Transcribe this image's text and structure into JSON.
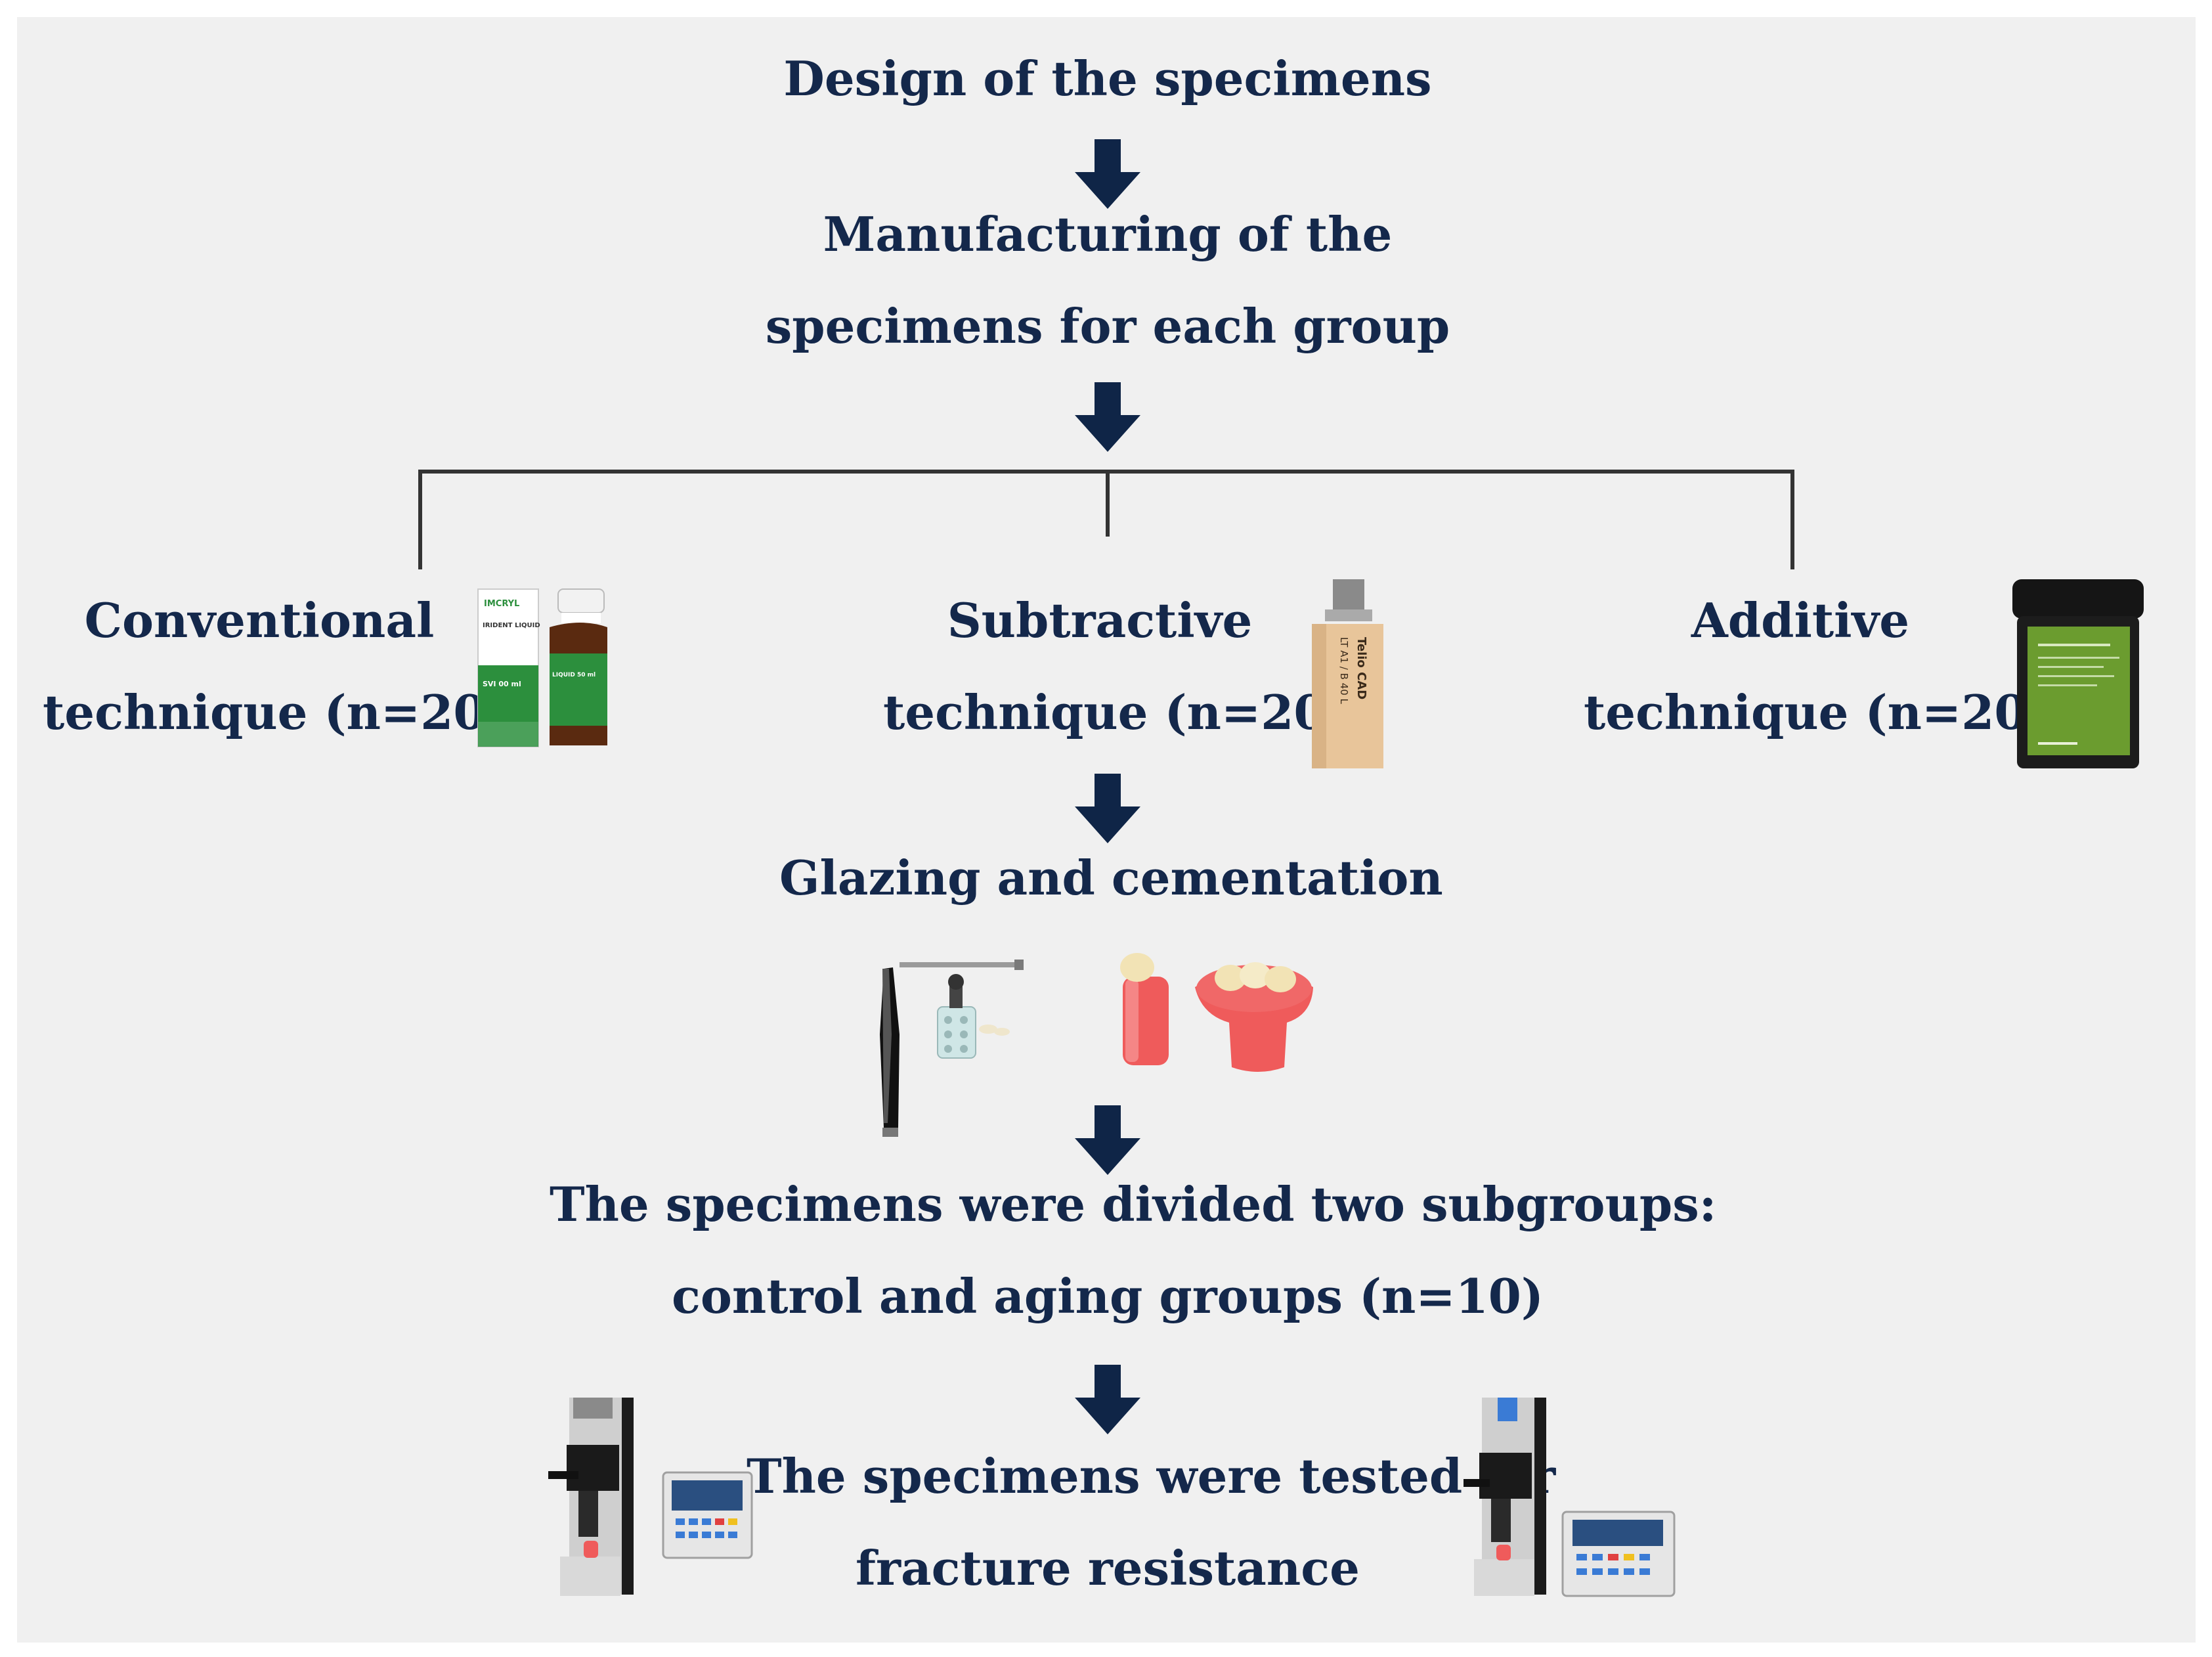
{
  "steps": {
    "design": "Design of the specimens",
    "manufacturing": [
      "Manufacturing of the",
      "specimens for each group"
    ],
    "glazing": "Glazing and cementation",
    "divided": [
      "The specimens were divided two subgroups:",
      "control and aging groups (n=10)"
    ],
    "tested": [
      "The specimens were tested for",
      "fracture resistance"
    ]
  },
  "groups": [
    {
      "lines": [
        "Conventional",
        "technique (n=20)"
      ],
      "icon": "resin-liquid-bottles-icon"
    },
    {
      "lines": [
        "Subtractive",
        "technique (n=20)"
      ],
      "icon": "cad-block-icon"
    },
    {
      "lines": [
        "Additive",
        "technique (n=20)"
      ],
      "icon": "resin-jar-icon"
    }
  ],
  "product_labels": {
    "imcryl_brand": "IMCRYL",
    "imcryl_name": "IRIDENT LIQUID",
    "imcryl_volume": "SVI 00 ml",
    "imcryl_liquid": "LIQUID 50 ml",
    "telio": "Telio CAD",
    "telio_shade": "LT A1 / B 40 L"
  },
  "colors": {
    "text": "#14284b",
    "arrow": "#0f2547",
    "panel": "#f0f0f0",
    "tree_line": "#333333",
    "cement_red": "#ef5b5b",
    "jar_green": "#6b9c2f"
  }
}
